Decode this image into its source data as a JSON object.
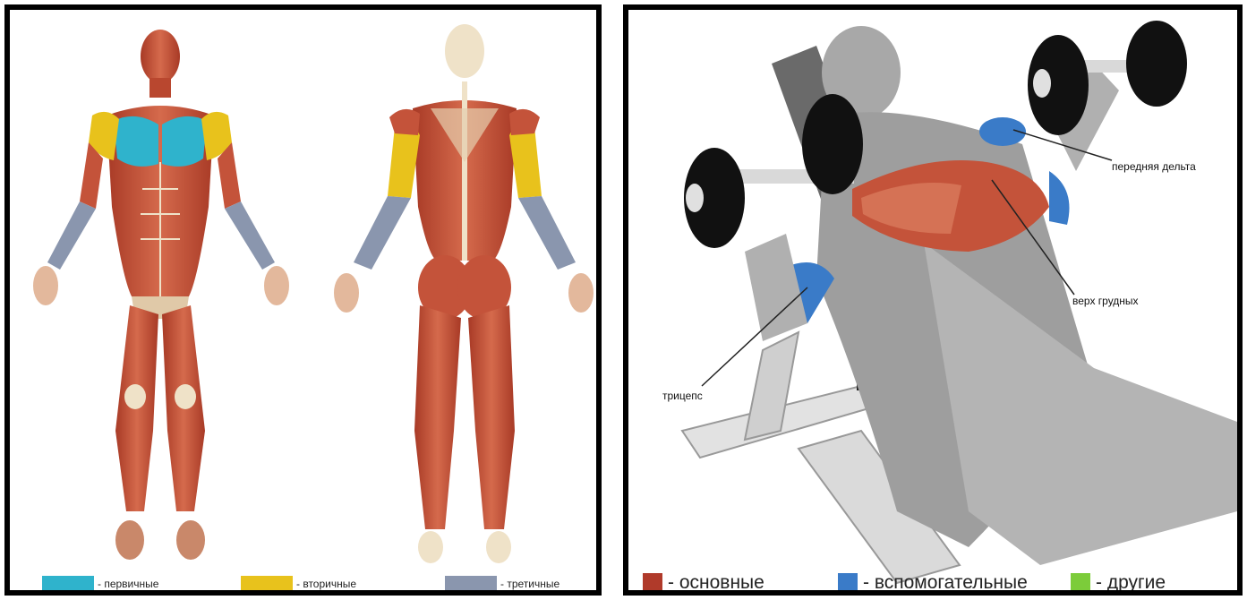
{
  "left_panel": {
    "legend": [
      {
        "swatch_color": "#2fb3cc",
        "label": "- первичные"
      },
      {
        "swatch_color": "#e8c21c",
        "label": "- вторичные"
      },
      {
        "swatch_color": "#8a96ae",
        "label": "- третичные"
      }
    ]
  },
  "right_panel": {
    "callouts": {
      "front_delt": "передняя дельта",
      "upper_chest": "верх грудных",
      "triceps": "трицепс"
    },
    "legend": [
      {
        "swatch_color": "#b03a2a",
        "label": "- основные"
      },
      {
        "swatch_color": "#3a7bc8",
        "label": "- вспомогательные"
      },
      {
        "swatch_color": "#7ccc3a",
        "label": "- другие"
      }
    ]
  },
  "colors": {
    "muscle": "#c4533a",
    "muscle_light": "#de8a6c",
    "tendon": "#efe2c8",
    "grey_body": "#a8a8a8",
    "bench": "#d8d8d8"
  }
}
